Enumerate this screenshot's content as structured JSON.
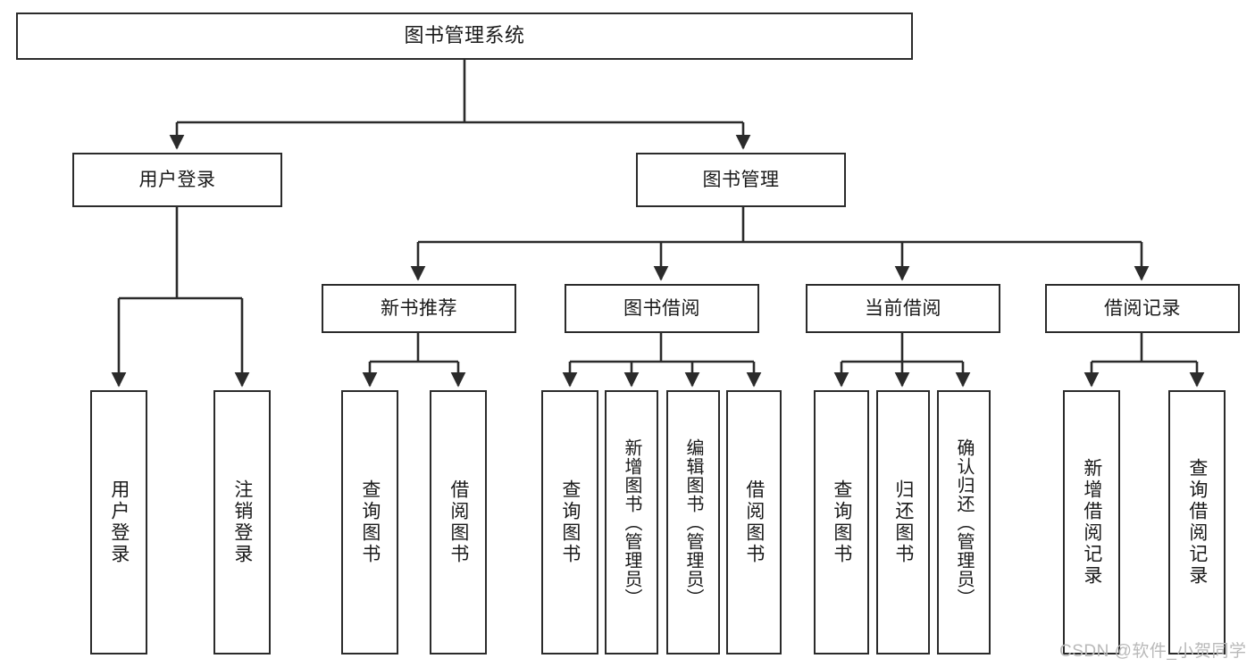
{
  "diagram": {
    "type": "tree",
    "title": "图书管理系统",
    "orientation": "top-down",
    "line_color": "#2b2b2b",
    "box_fill": "#ffffff",
    "text_color": "#1a1a1a",
    "watermark": "CSDN @软件_小贺同学"
  },
  "nodes": {
    "root": {
      "label": "图书管理系统"
    },
    "level1": [
      {
        "label": "用户登录"
      },
      {
        "label": "图书管理"
      }
    ],
    "level2": [
      {
        "label": "新书推荐"
      },
      {
        "label": "图书借阅"
      },
      {
        "label": "当前借阅"
      },
      {
        "label": "借阅记录"
      }
    ],
    "leaves": {
      "user_login": [
        {
          "label": "用户登录"
        },
        {
          "label": "注销登录"
        }
      ],
      "new_book_recommend": [
        {
          "label": "查询图书"
        },
        {
          "label": "借阅图书"
        }
      ],
      "book_borrow": [
        {
          "label": "查询图书"
        },
        {
          "label": "新增图书（管理员）"
        },
        {
          "label": "编辑图书（管理员）"
        },
        {
          "label": "借阅图书"
        }
      ],
      "current_borrow": [
        {
          "label": "查询图书"
        },
        {
          "label": "归还图书"
        },
        {
          "label": "确认归还（管理员）"
        }
      ],
      "borrow_record": [
        {
          "label": "新增借阅记录"
        },
        {
          "label": "查询借阅记录"
        }
      ]
    }
  }
}
